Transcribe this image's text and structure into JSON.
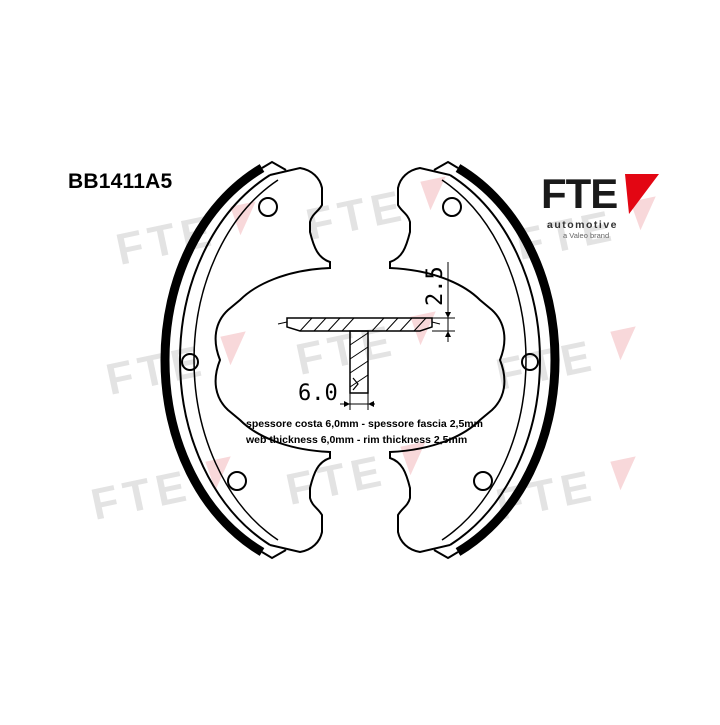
{
  "part_number": "BB1411A5",
  "logo": {
    "word": "FTE",
    "subtitle": "automotive",
    "tagline": "a Valeo brand",
    "accent_color": "#e30613",
    "text_color": "#1a1a1a"
  },
  "dimensions": {
    "web_thickness": "6.0",
    "rim_thickness": "2.5"
  },
  "specs": {
    "line_it": "spessore costa 6,0mm - spessore fascia 2,5mm",
    "line_en": "web thickness 6,0mm - rim thickness 2,5mm"
  },
  "watermark": {
    "word": "FTE",
    "color": "#cccccc",
    "accent_color": "#f3b8bc"
  }
}
